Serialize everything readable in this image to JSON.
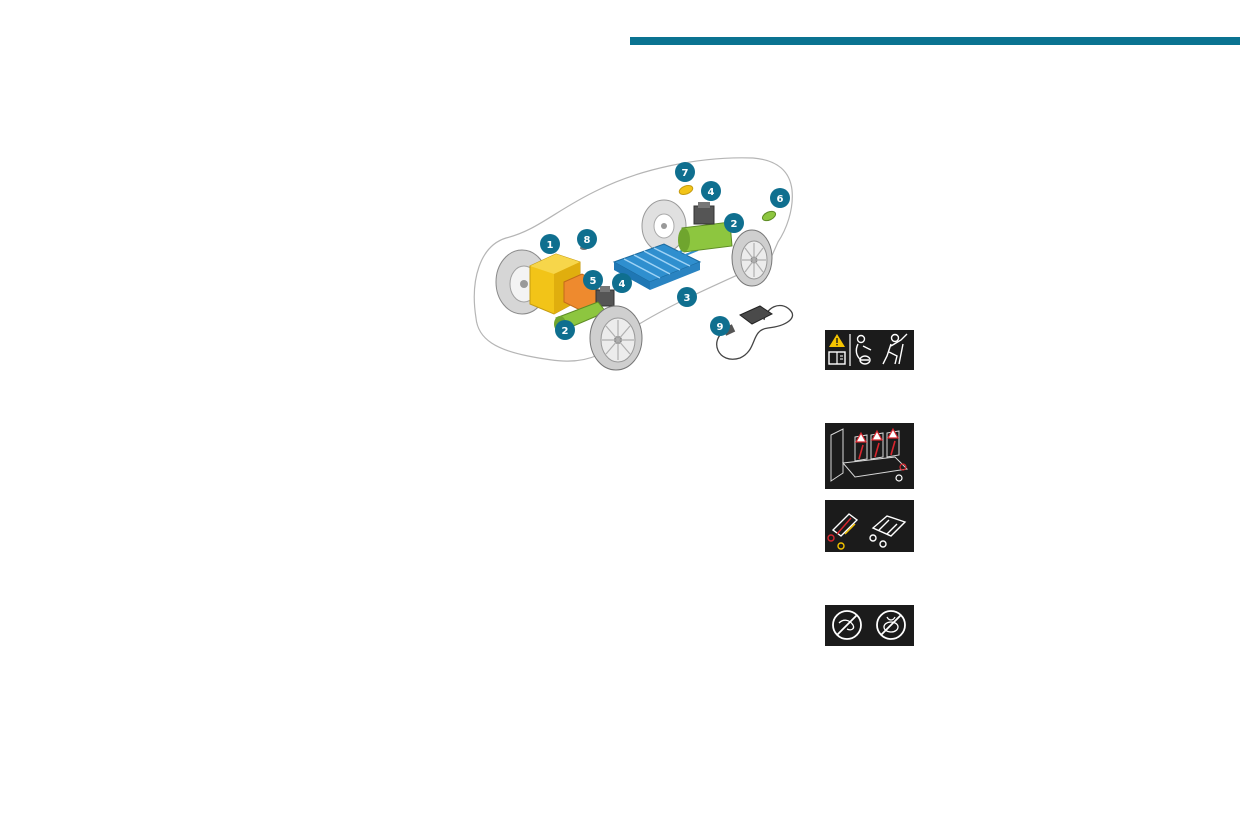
{
  "colors": {
    "accent": "#0a7391",
    "callout": "#0f6f8f",
    "engine": "#f2c418",
    "motor": "#8dc63f",
    "battery": "#2f8fcf",
    "converter": "#ee8a2e",
    "panel": "#1b1b1b",
    "warning": "#f5c400",
    "danger": "#d9262e"
  },
  "callouts": [
    {
      "id": "1",
      "label": "1"
    },
    {
      "id": "2a",
      "label": "2"
    },
    {
      "id": "2b",
      "label": "2"
    },
    {
      "id": "3",
      "label": "3"
    },
    {
      "id": "4a",
      "label": "4"
    },
    {
      "id": "4b",
      "label": "4"
    },
    {
      "id": "5",
      "label": "5"
    },
    {
      "id": "6",
      "label": "6"
    },
    {
      "id": "7",
      "label": "7"
    },
    {
      "id": "8",
      "label": "8"
    },
    {
      "id": "9",
      "label": "9"
    }
  ],
  "icons": {
    "warning": "warning-triangle-icon",
    "manual": "manual-book-icon",
    "seated_person": "seated-person-icon",
    "person_pushing": "person-pushing-icon",
    "rear_seats": "rear-seats-icon",
    "seatbelt": "seatbelt-buckle-icon",
    "no_smoking": "no-cable-icon",
    "no_water": "no-water-icon"
  }
}
